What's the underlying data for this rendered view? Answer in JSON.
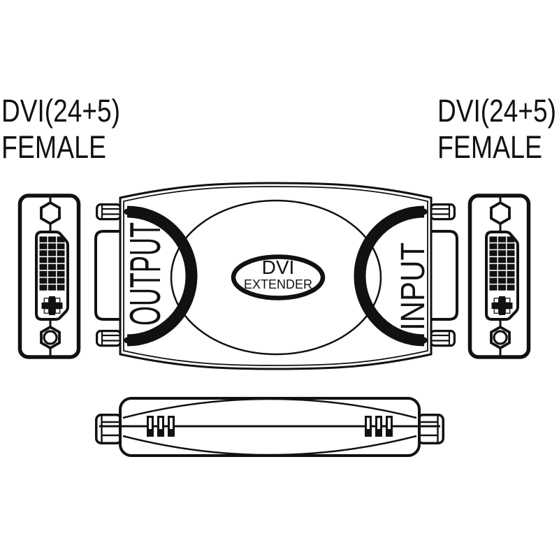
{
  "port_labels": {
    "left": {
      "line1": "DVI(24+5)",
      "line2": "FEMALE"
    },
    "right": {
      "line1": "DVI(24+5)",
      "line2": "FEMALE"
    }
  },
  "device": {
    "output_label": "OUTPUT",
    "input_label": "INPUT",
    "badge": {
      "line1": "DVI",
      "line2": "EXTENDER"
    }
  },
  "connector_face": {
    "pin_grid": {
      "cols": 3,
      "rows": 8
    }
  },
  "colors": {
    "ink": "#111111",
    "background": "#ffffff"
  }
}
